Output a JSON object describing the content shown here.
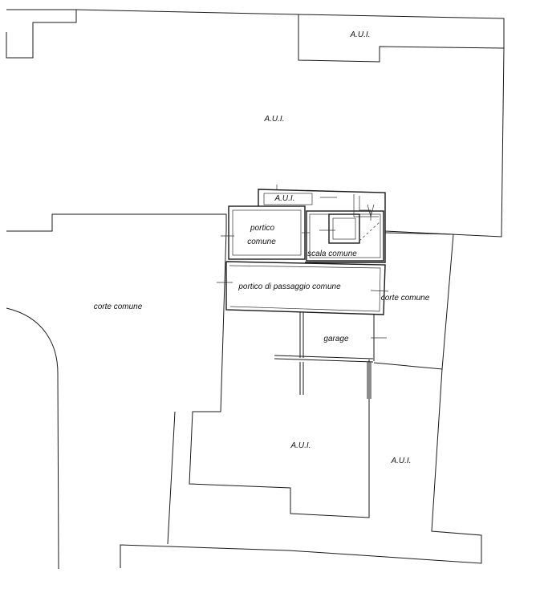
{
  "labels": {
    "aui_top_right": "A.U.I.",
    "aui_top_center": "A.U.I.",
    "aui_small": "A.U.I.",
    "portico_line1": "portico",
    "portico_line2": "comune",
    "scala_comune": "scala comune",
    "portico_passaggio": "portico di passaggio comune",
    "corte_comune_left": "corte comune",
    "corte_comune_right": "corte comune",
    "garage": "garage",
    "aui_bottom_center": "A.U.I.",
    "aui_bottom_right": "A.U.I."
  }
}
